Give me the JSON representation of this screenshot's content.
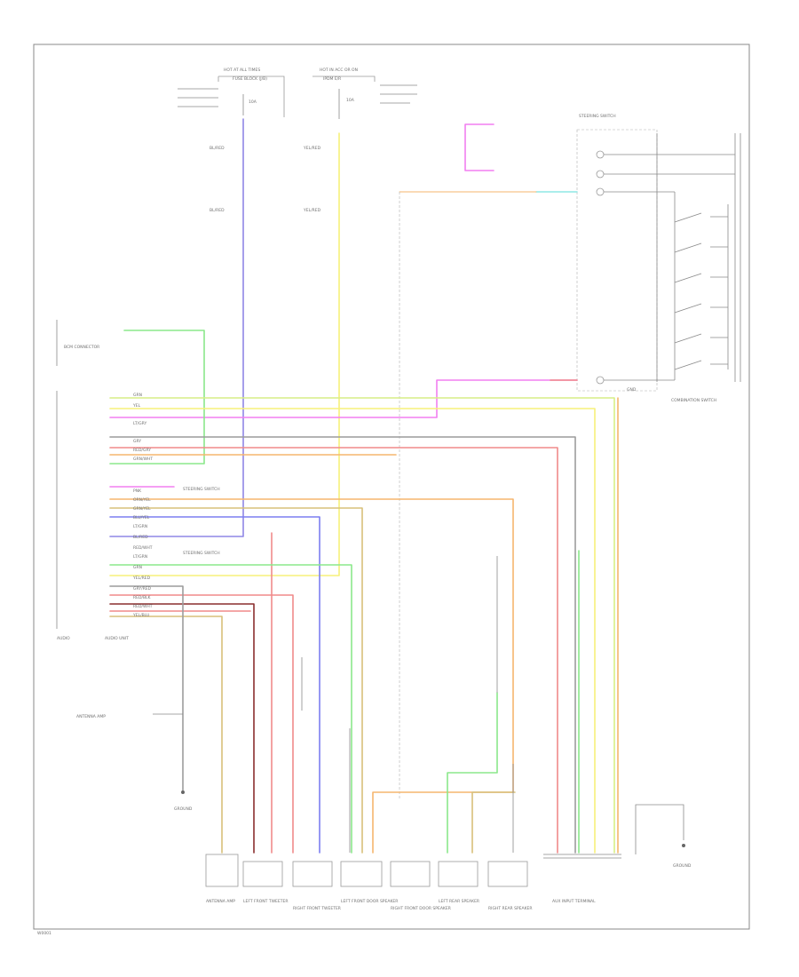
{
  "colors": {
    "blue_red": "#8f87e6",
    "yellow": "#f7f07a",
    "pink": "#f27ff0",
    "green": "#8be88b",
    "orange": "#f5b56e",
    "red": "#f08a8a",
    "gray": "#9c9c9c",
    "blue": "#7c7ff0",
    "yellow_green": "#d7ee86",
    "cyan": "#8fe8e6",
    "dark_red": "#8a2f2f",
    "olive": "#d8c07a",
    "frame": "#888888"
  },
  "labels": {
    "hot_at_all_times": "HOT AT ALL TIMES",
    "hot_in_acc": "HOT IN ACC OR ON",
    "ipdm": "IPDM E/R",
    "fuse_block": "FUSE BLOCK (J/B)",
    "fuse_10a": "10A",
    "wire_bl_red": "BL/RED",
    "wire_yel_red": "YEL/RED",
    "combination_switch": "COMBINATION SWITCH",
    "steering_switch": "STEERING SWITCH",
    "audio_unit": "AUDIO",
    "ipdm_connector": "BCM CONNECTOR",
    "audio_unit_label": "AUDIO UNIT",
    "antenna_amp": "ANTENNA AMP",
    "front_tweeter_lh": "LEFT FRONT TWEETER",
    "front_tweeter_rh": "RIGHT FRONT TWEETER",
    "front_door_spk_lh": "LEFT FRONT DOOR SPEAKER",
    "front_door_spk_rh": "RIGHT FRONT DOOR SPEAKER",
    "rear_spk_lh": "LEFT REAR SPEAKER",
    "rear_spk_rh": "RIGHT REAR SPEAKER",
    "aux_input": "AUX INPUT TERMINAL",
    "gnd": "GND",
    "ground_label": "GROUND",
    "page_code": "W0001"
  }
}
